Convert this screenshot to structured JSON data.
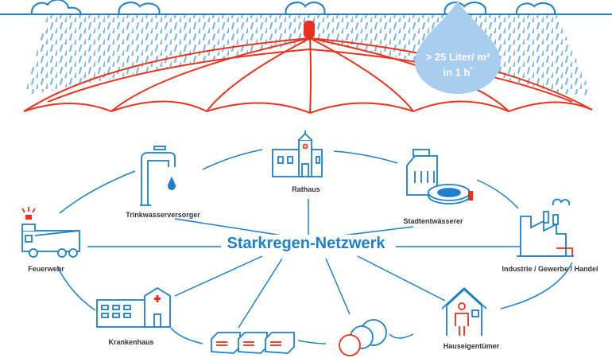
{
  "hub": {
    "label": "Starkregen-Netzwerk"
  },
  "drop": {
    "line1": "> 25 Liter/ m²",
    "line2": "in 1 h",
    "marker": "*"
  },
  "nodes": {
    "rathaus": "Rathaus",
    "trinkwasser": "Trinkwasserversorger",
    "stadtentwaesserer": "Stadtentwässerer",
    "feuerwehr": "Feuerwehr",
    "industrie": "Industrie / Gewerbe / Handel",
    "krankenhaus": "Krankenhaus",
    "hauseigentuemer": "Hauseigentümer"
  },
  "colors": {
    "blue": "#1f7fc8",
    "red": "#e8321e",
    "rain": "#7fb6e6",
    "drop": "#a9cdee",
    "text": "#333333"
  }
}
